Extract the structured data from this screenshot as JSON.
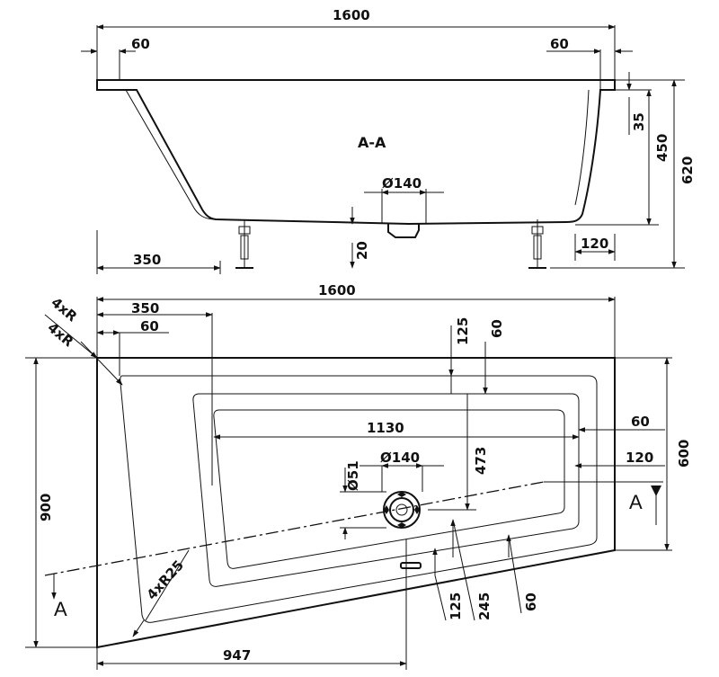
{
  "section": {
    "title": "A-A",
    "dims": {
      "total_length": "1600",
      "left_rim": "60",
      "right_rim": "60",
      "rim_height": "35",
      "inner_depth": "450",
      "total_height": "620",
      "drain": "Ø140",
      "drain_offset": "20",
      "foot_offset": "350",
      "foot_right": "120"
    }
  },
  "plan": {
    "dims": {
      "total_length": "1600",
      "offset_350": "350",
      "offset_60": "60",
      "radius_a": "4xR",
      "radius_b": "4xR",
      "radius_r25": "4xR25",
      "depth_900": "900",
      "depth_600": "600",
      "inner_1130": "1130",
      "drain": "Ø140",
      "drain_51": "Ø51",
      "drain_473": "473",
      "top_125": "125",
      "top_60": "60",
      "right_60": "60",
      "right_120": "120",
      "bottom_125": "125",
      "bottom_245": "245",
      "bottom_60": "60",
      "bottom_947": "947"
    },
    "cut_marks": {
      "left": "A",
      "right": "A"
    }
  }
}
